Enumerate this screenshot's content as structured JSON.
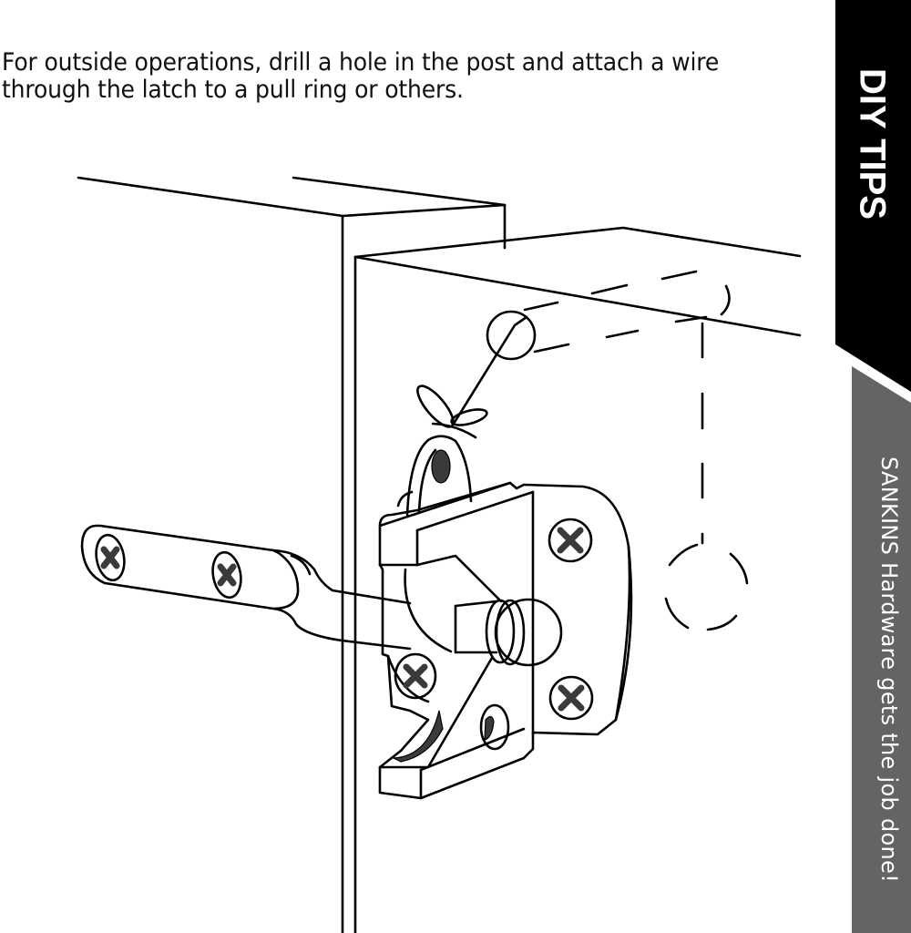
{
  "caption": {
    "line1": "For outside operations, drill a hole in the post and attach a wire",
    "line2": "through the latch to a pull ring or others."
  },
  "banner_top": {
    "label": "DIY TIPS",
    "color": "#000000",
    "text_color": "#ffffff"
  },
  "banner_bottom": {
    "label": "SANKINS Hardware gets the job done!",
    "color": "#646464",
    "text_color": "#ffffff"
  },
  "illustration": {
    "description": "Line drawing of a self-locking gate latch mounted on a gate, with a wire through a hole in the post tied to the latch lever",
    "line_color": "#000000",
    "screw_fill": "#3a3a3a",
    "components": [
      "post",
      "gate-panel",
      "latch-bar",
      "strike-plate",
      "bolt-knob",
      "drilled-hole",
      "wire",
      "dashed-hole-path"
    ]
  }
}
